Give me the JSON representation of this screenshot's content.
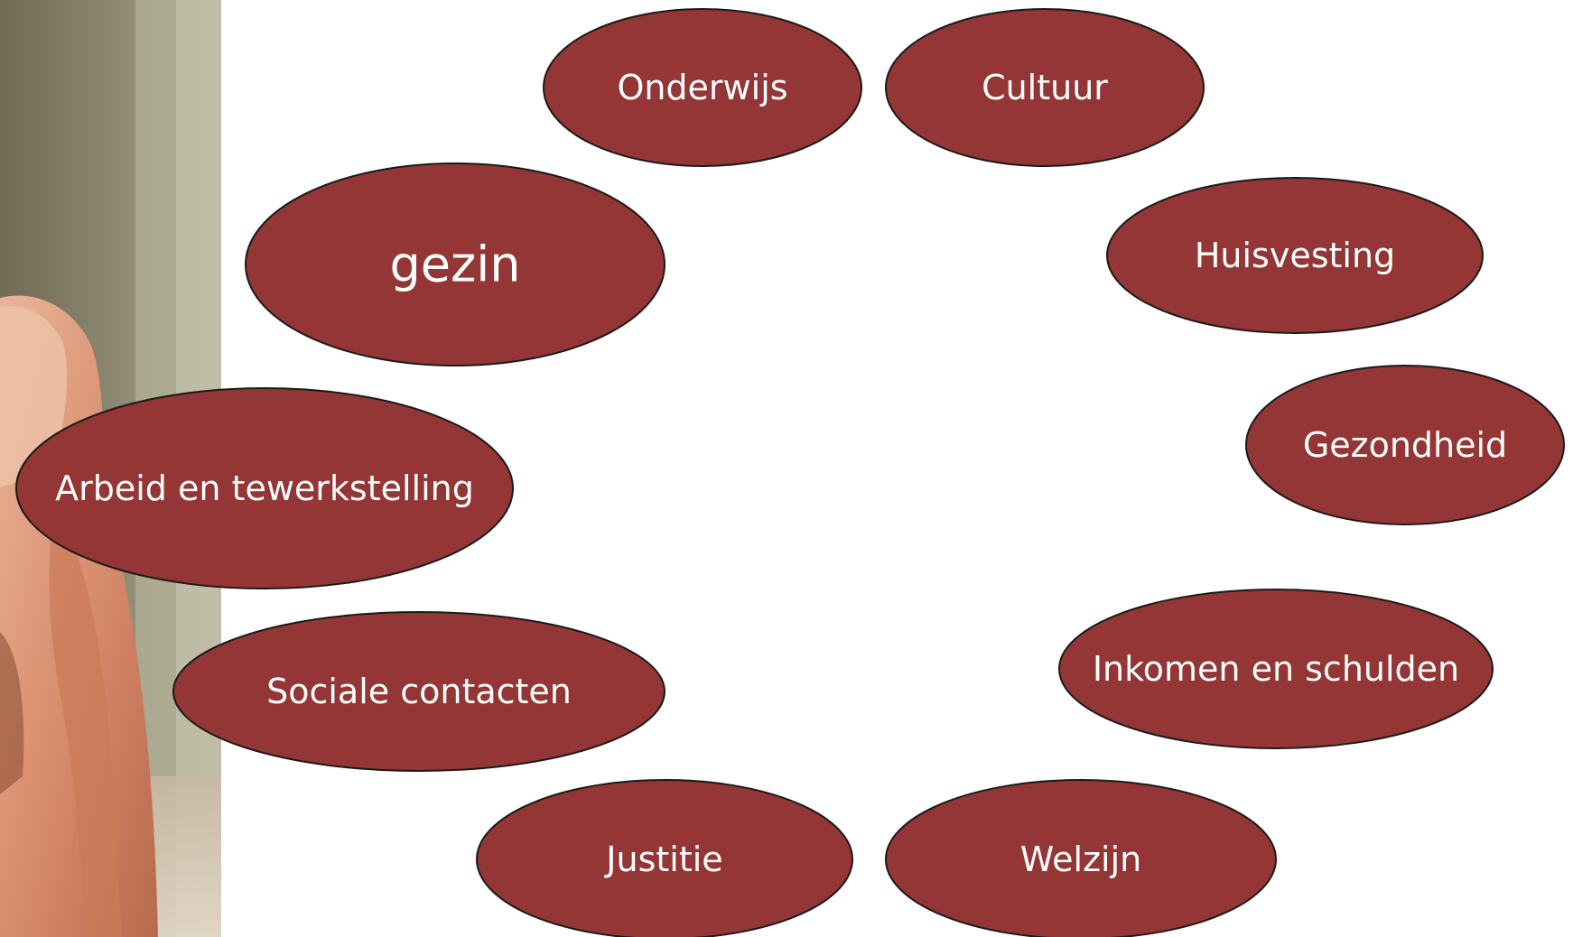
{
  "diagram": {
    "colors": {
      "node_fill": "#943635",
      "node_stroke": "#1a1a1a",
      "node_text": "#ffffff",
      "background": "#ffffff"
    },
    "photo": {
      "description_icon": "photo-of-hands-icon"
    },
    "nodes": {
      "onderwijs": "Onderwijs",
      "cultuur": "Cultuur",
      "gezin": "gezin",
      "huisvesting": "Huisvesting",
      "gezondheid": "Gezondheid",
      "arbeid": "Arbeid en tewerkstelling",
      "inkomen": "Inkomen en schulden",
      "sociale_contacten": "Sociale contacten",
      "justitie": "Justitie",
      "welzijn": "Welzijn"
    }
  }
}
